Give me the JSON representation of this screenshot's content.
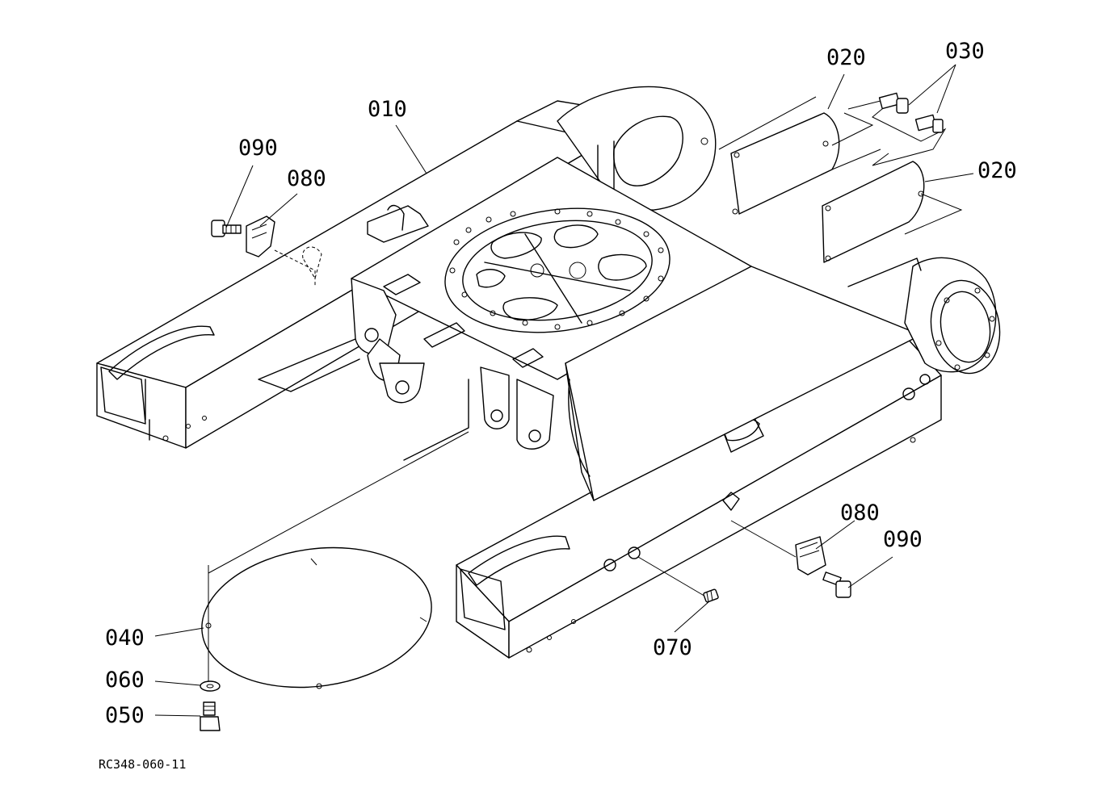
{
  "diagram": {
    "drawing_id": "RC348-060-11",
    "labels": [
      {
        "key": "frame",
        "text": "010"
      },
      {
        "key": "cover_top_left",
        "text": "020"
      },
      {
        "key": "cover_top_right",
        "text": "020"
      },
      {
        "key": "bolt_top",
        "text": "030"
      },
      {
        "key": "cover_round",
        "text": "040"
      },
      {
        "key": "bolt_bottom",
        "text": "050"
      },
      {
        "key": "washer",
        "text": "060"
      },
      {
        "key": "grease_fitting",
        "text": "070"
      },
      {
        "key": "plate_left",
        "text": "080"
      },
      {
        "key": "plate_right",
        "text": "080"
      },
      {
        "key": "bolt_left",
        "text": "090"
      },
      {
        "key": "bolt_right",
        "text": "090"
      }
    ]
  }
}
